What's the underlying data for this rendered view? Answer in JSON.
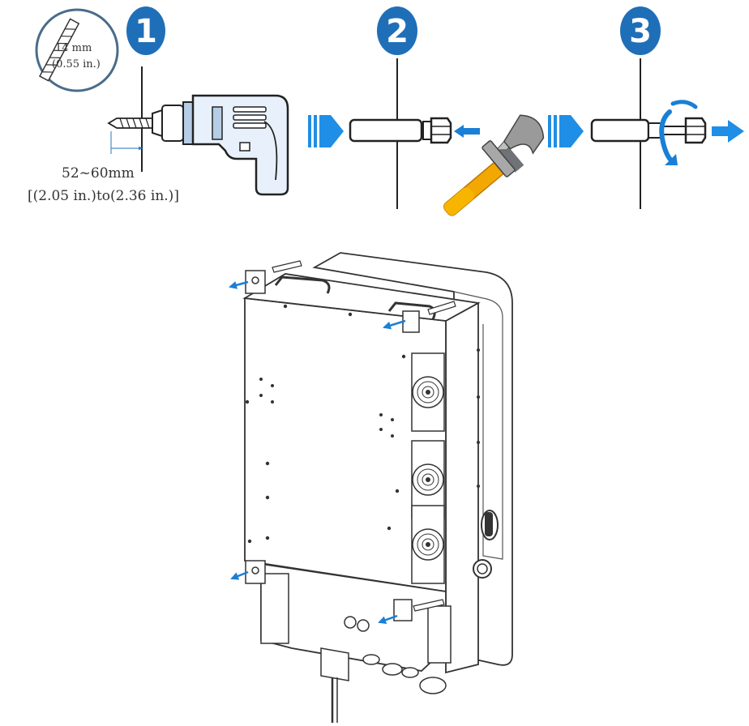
{
  "steps": [
    {
      "number": "1",
      "color": "#1f6fb8"
    },
    {
      "number": "2",
      "color": "#1f6fb8"
    },
    {
      "number": "3",
      "color": "#1f6fb8"
    }
  ],
  "drill_bit": {
    "size_mm": "14 mm",
    "size_in": "(0.55 in.)"
  },
  "depth": {
    "mm": "52~60mm",
    "inches": "[(2.05 in.)to(2.36 in.)]"
  },
  "colors": {
    "accent_blue": "#1f8ee6",
    "arrow_blue": "#1a7fd6",
    "hammer_handle": "#f2a800",
    "hammer_head": "#9a9a9a",
    "drill_body": "#e8f1fb",
    "outline": "#222222"
  },
  "icons": [
    "drill-bit-icon",
    "drill-icon",
    "expansion-bolt-icon",
    "hammer-icon",
    "wrench-rotate-icon",
    "inverter-icon"
  ]
}
